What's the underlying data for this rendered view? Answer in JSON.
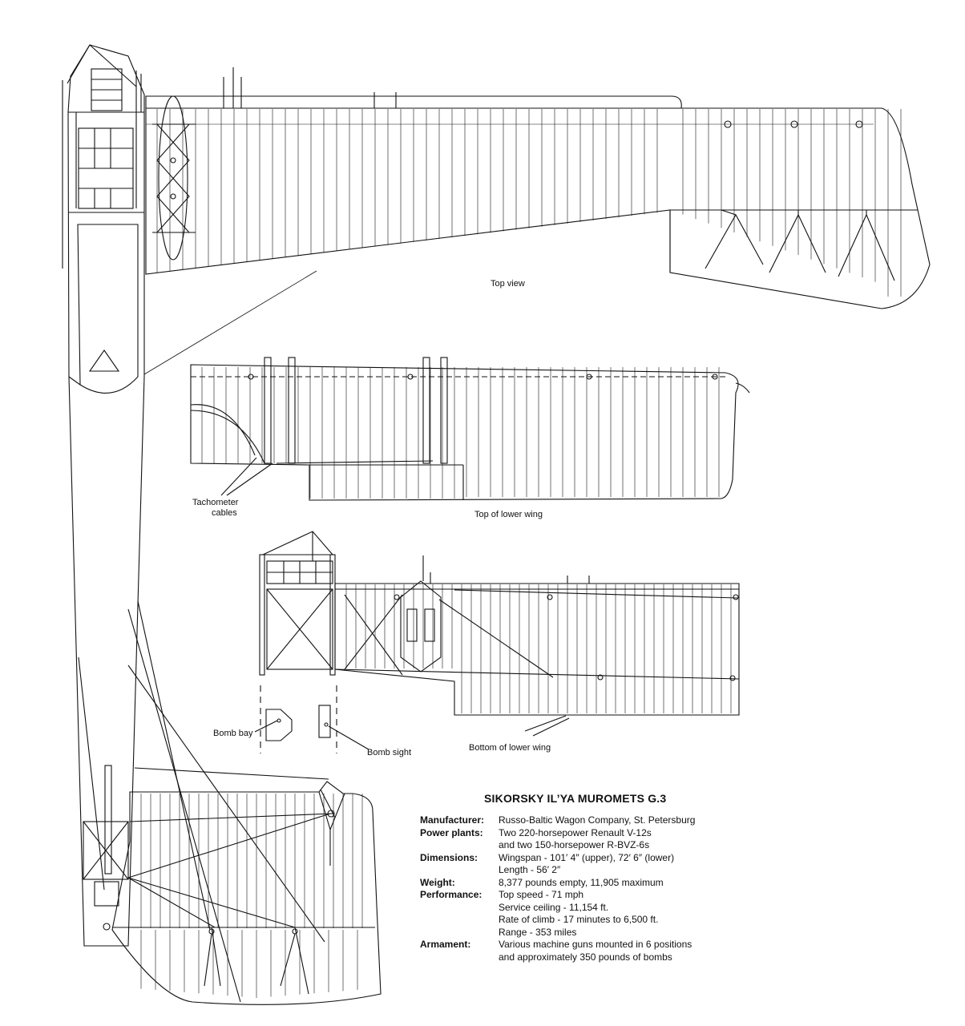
{
  "labels": {
    "top_view": "Top view",
    "top_of_lower_wing": "Top of lower wing",
    "tachometer_line1": "Tachometer",
    "tachometer_line2": "cables",
    "bottom_of_lower_wing": "Bottom of lower wing",
    "bomb_bay": "Bomb bay",
    "bomb_sight": "Bomb sight"
  },
  "specs": {
    "title": "SIKORSKY IL’YA MUROMETS G.3",
    "rows": [
      {
        "label": "Manufacturer:",
        "lines": [
          "Russo-Baltic Wagon Company, St. Petersburg"
        ]
      },
      {
        "label": "Power plants:",
        "lines": [
          "Two 220-horsepower Renault V-12s",
          "and two 150-horsepower R-BVZ-6s"
        ]
      },
      {
        "label": "Dimensions:",
        "lines": [
          "Wingspan - 101′ 4″ (upper), 72′ 6″ (lower)",
          "Length - 56′ 2″"
        ]
      },
      {
        "label": "Weight:",
        "lines": [
          "8,377 pounds empty, 11,905 maximum"
        ]
      },
      {
        "label": "Performance:",
        "lines": [
          "Top speed - 71 mph",
          "Service ceiling - 11,154 ft.",
          "Rate of climb - 17 minutes to 6,500 ft.",
          "Range - 353 miles"
        ]
      },
      {
        "label": "Armament:",
        "lines": [
          "Various machine guns mounted in 6 positions",
          "and approximately 350 pounds of bombs"
        ]
      }
    ]
  }
}
